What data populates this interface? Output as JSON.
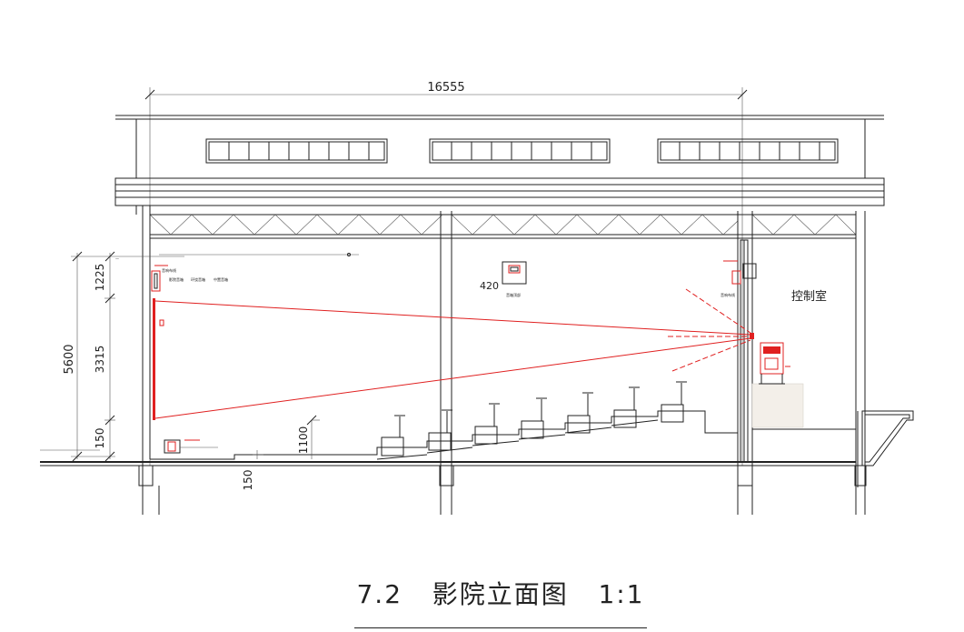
{
  "drawing": {
    "overall_width": "16555",
    "dimensions_left": {
      "total": "5600",
      "upper": "1225",
      "middle": "3315",
      "lower": "150"
    },
    "dim_step_height": "1100",
    "dim_bottom": "150",
    "projector_label": "420",
    "control_room_label": "控制室",
    "legend_small_texts": [
      "音响布线",
      "影院音箱",
      "环绕音箱",
      "中置音箱",
      "音箱顶部"
    ],
    "title_number": "7.2",
    "title_text": "影院立面图",
    "title_scale": "1:1"
  },
  "colors": {
    "line": "#222222",
    "accent": "#e02020",
    "control_room_fill": "#f3efe9"
  }
}
